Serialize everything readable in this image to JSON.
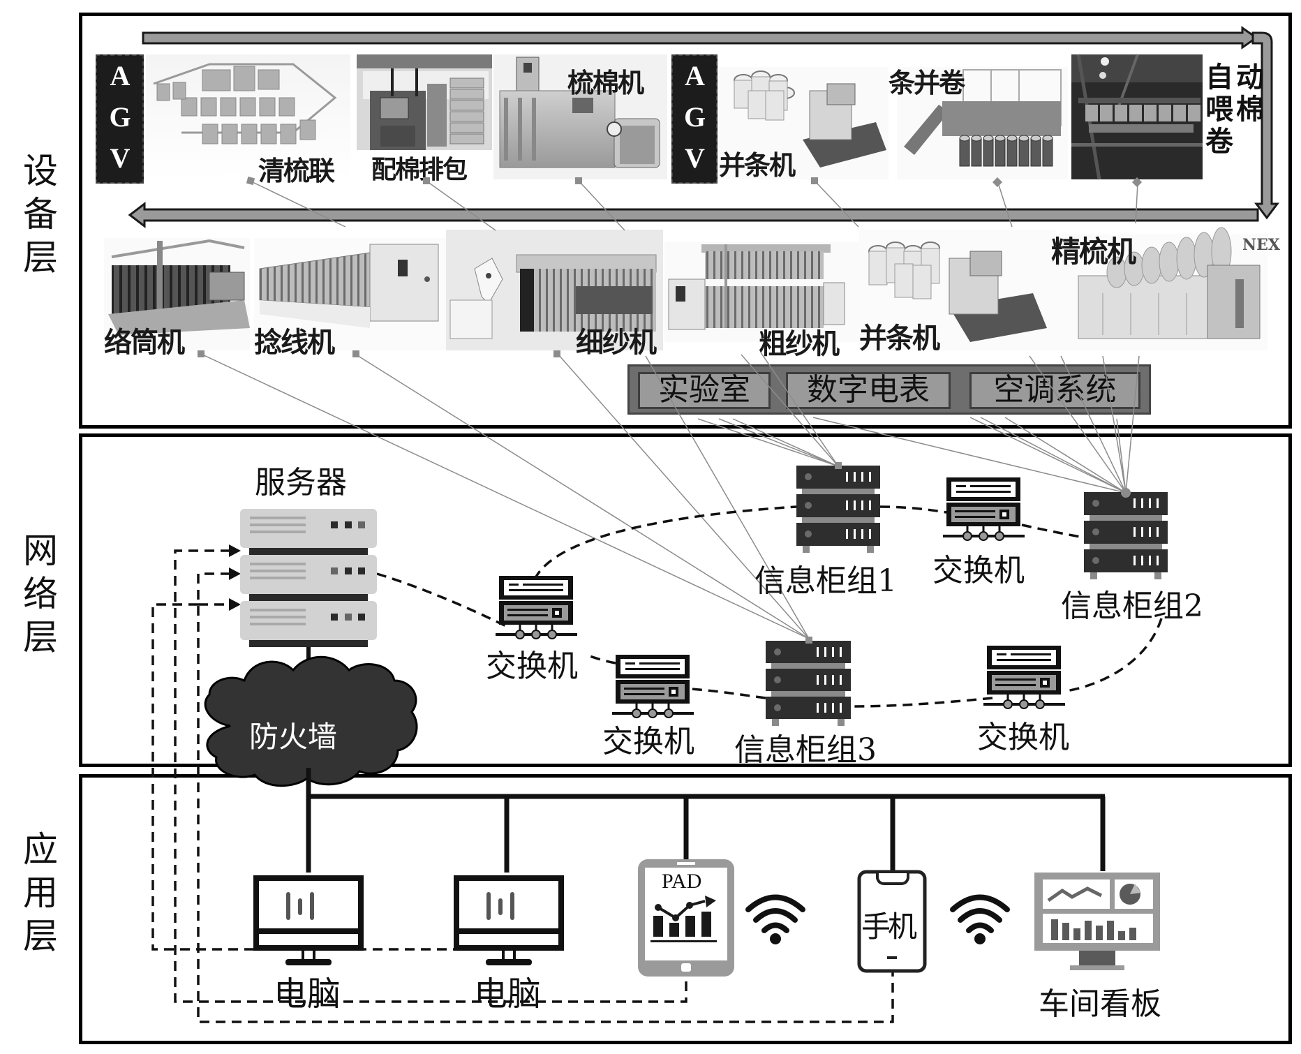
{
  "layers": {
    "device": "设备层",
    "network": "网络层",
    "application": "应用层"
  },
  "device_layer": {
    "agv_label": "AGV",
    "agv_letters": [
      "A",
      "G",
      "V"
    ],
    "top_row": [
      {
        "id": "qingshulian",
        "label": "清梳联"
      },
      {
        "id": "peimian",
        "label": "配棉排包"
      },
      {
        "id": "shumianji",
        "label": "梳棉机"
      },
      {
        "id": "bingtiaoji1",
        "label": "并条机"
      },
      {
        "id": "tiaobingjuan",
        "label": "条并卷"
      },
      {
        "id": "auto_feed",
        "label": "自动喂棉卷",
        "label_lines": [
          "自动",
          "喂棉",
          "卷"
        ]
      }
    ],
    "bottom_row": [
      {
        "id": "luotongji",
        "label": "络筒机"
      },
      {
        "id": "nianxianji",
        "label": "捻线机"
      },
      {
        "id": "xishaji",
        "label": "细纱机"
      },
      {
        "id": "cushaji",
        "label": "粗纱机"
      },
      {
        "id": "bingtiaoji2",
        "label": "并条机"
      },
      {
        "id": "jingshuji",
        "label": "精梳机"
      }
    ],
    "logo_fragment": "NEX",
    "auxiliary": [
      "实验室",
      "数字电表",
      "空调系统"
    ]
  },
  "network_layer": {
    "server_label": "服务器",
    "firewall_label": "防火墙",
    "switch_label": "交换机",
    "cabinets": [
      "信息柜组1",
      "信息柜组2",
      "信息柜组3"
    ],
    "switches": [
      "交换机",
      "交换机",
      "交换机",
      "交换机"
    ]
  },
  "application_layer": {
    "pc1": "电脑",
    "pc2": "电脑",
    "pad_screen": "PAD",
    "phone_screen": "手机",
    "dashboard": "车间看板"
  },
  "colors": {
    "border": "#000000",
    "arrow_fill": "#9a9a9a",
    "agv_bg": "#1c1c1c",
    "cabinet": "#2e2e2e",
    "cabinet_band": "#8a8a8a",
    "server_unit": "#d2d2d2",
    "firewall": "#333333",
    "connector_line": "#8c8c8c",
    "lab_bar": "#6e6e6e",
    "lab_item": "#9a9a9a",
    "device_gray": "#999999"
  }
}
